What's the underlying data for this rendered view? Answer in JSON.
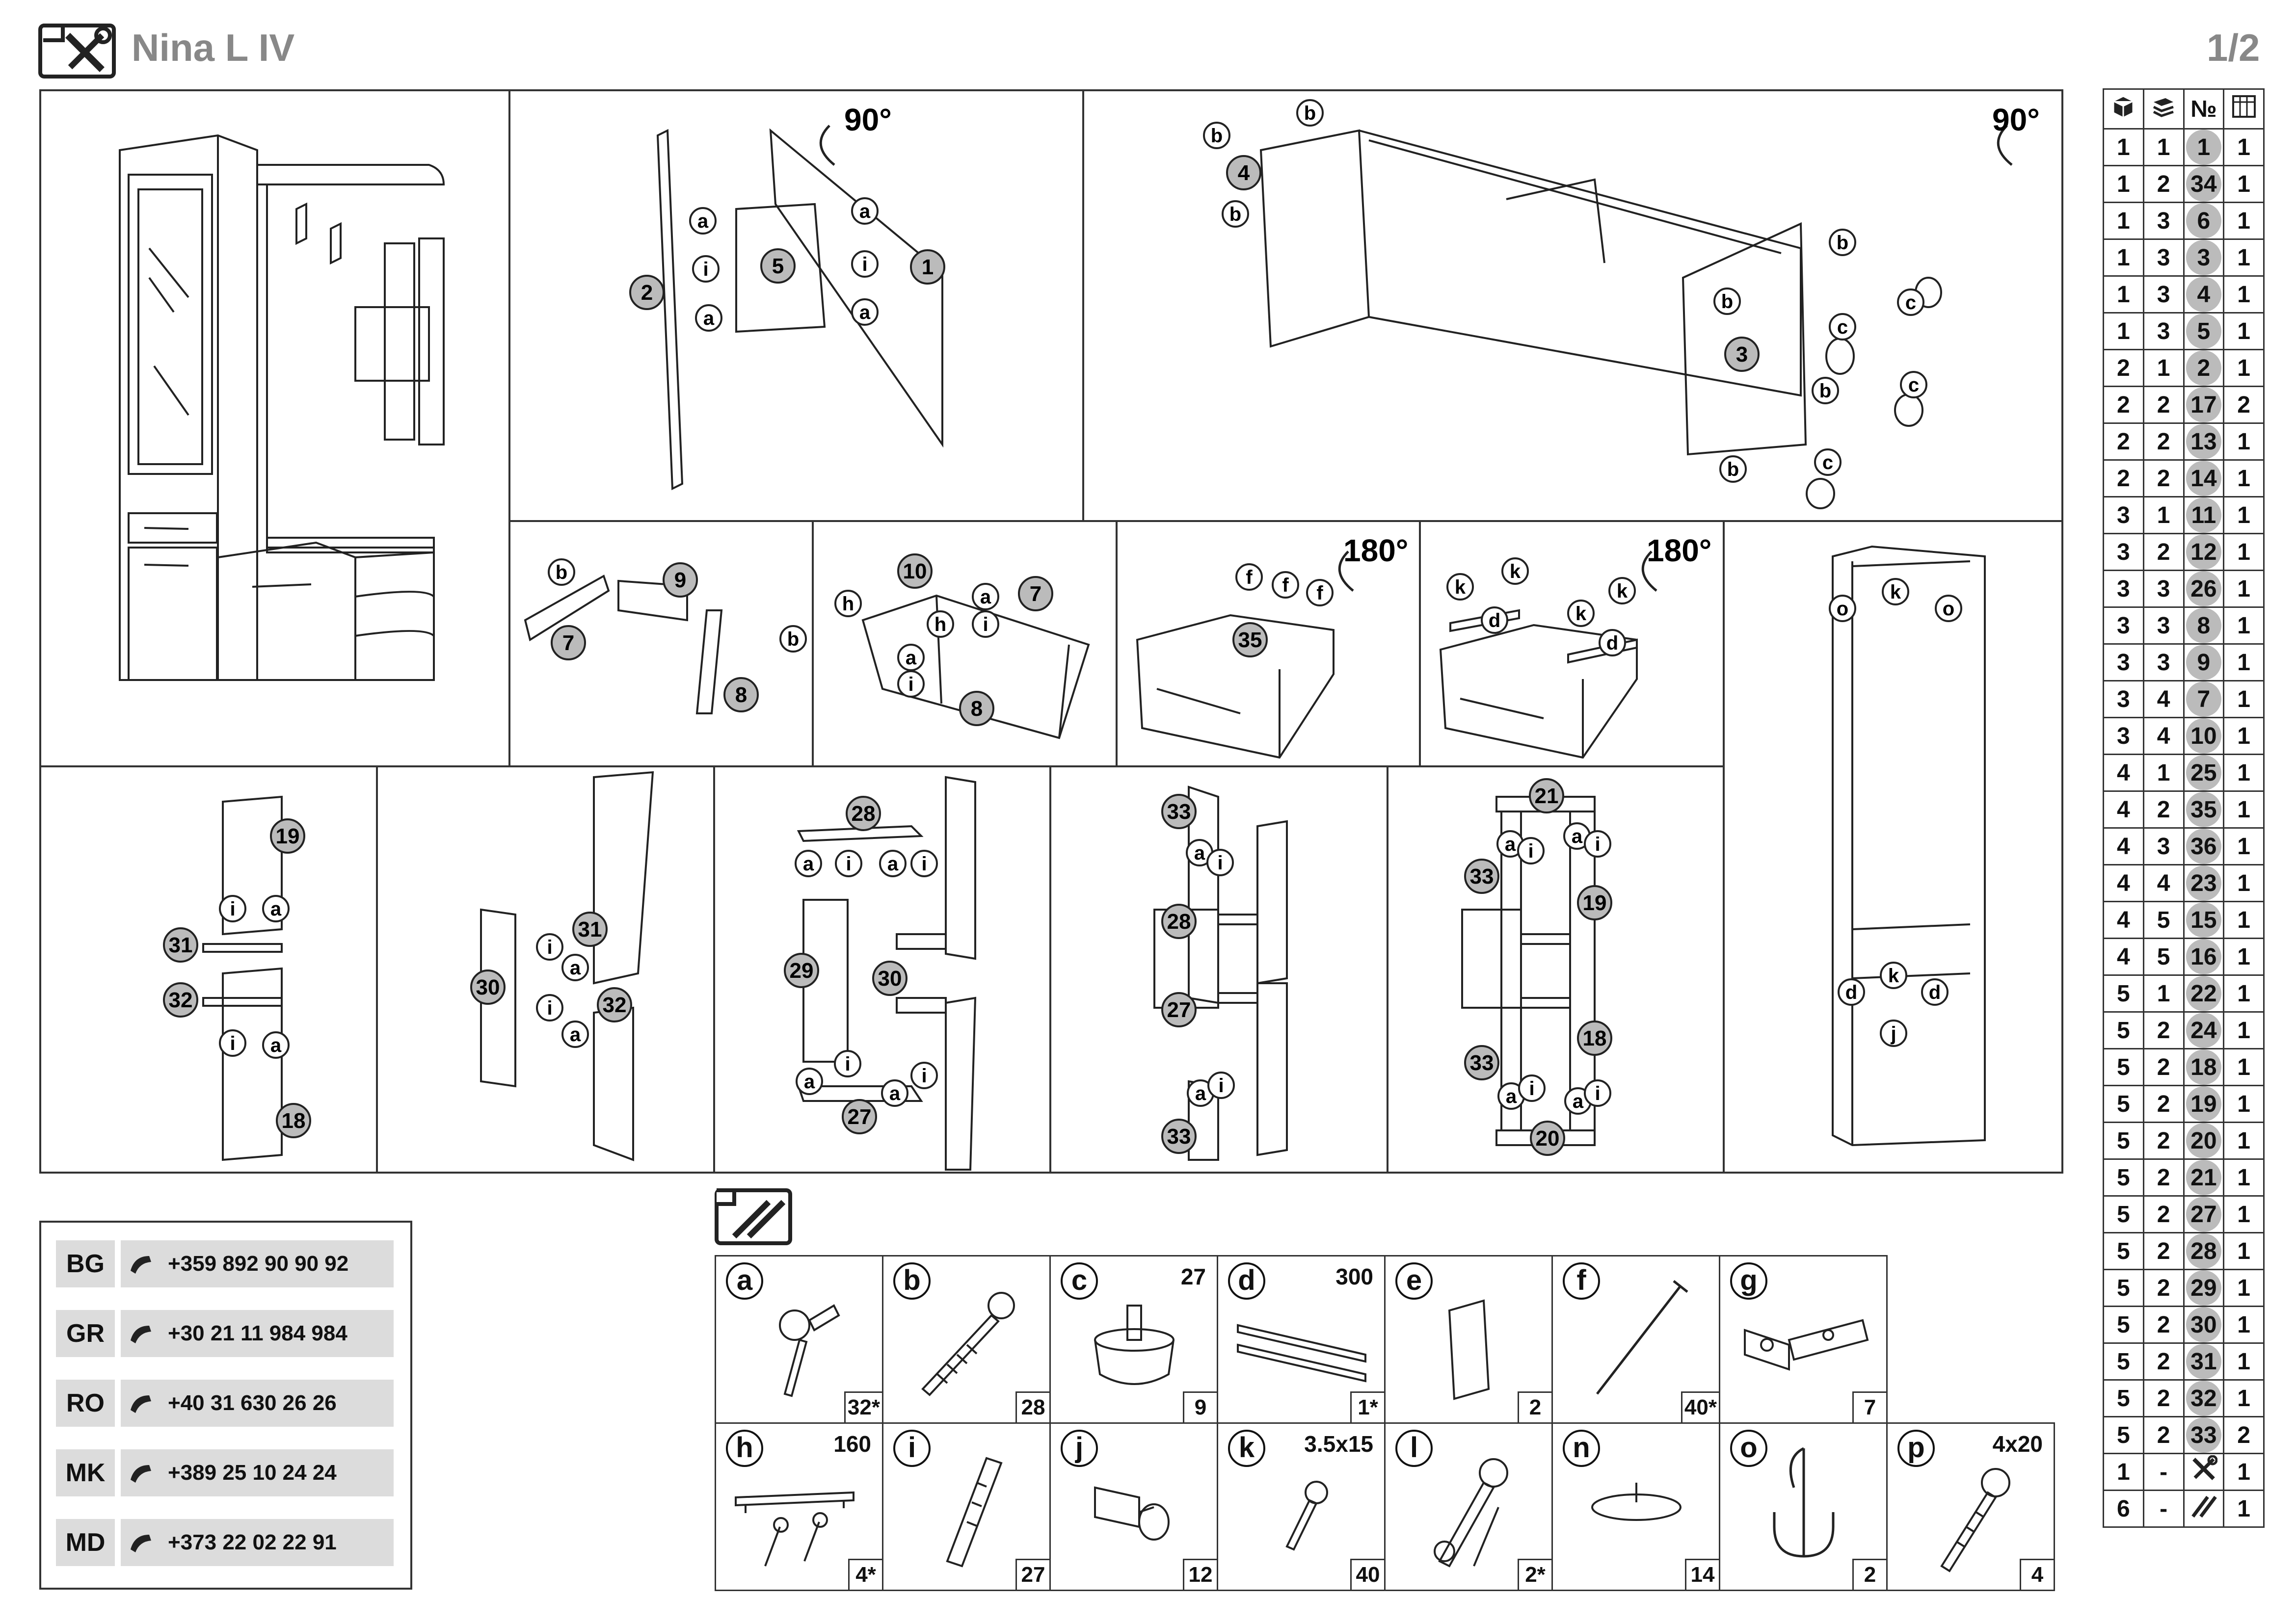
{
  "header": {
    "title": "Nina L IV",
    "page": "1/2"
  },
  "steps": {
    "rot1": "90°",
    "rot2": "90°",
    "rot3": "180°",
    "rot4": "180°"
  },
  "contacts": [
    {
      "country": "BG",
      "phone": "+359 892 90 90 92"
    },
    {
      "country": "GR",
      "phone": "+30 21 11 984 984"
    },
    {
      "country": "RO",
      "phone": "+40 31 630 26 26"
    },
    {
      "country": "MK",
      "phone": "+389 25 10 24 24"
    },
    {
      "country": "MD",
      "phone": "+373 22 02 22 91"
    }
  ],
  "hardware": [
    {
      "letter": "a",
      "qty": "32*",
      "size": ""
    },
    {
      "letter": "b",
      "qty": "28",
      "size": ""
    },
    {
      "letter": "c",
      "qty": "9",
      "size": "27"
    },
    {
      "letter": "d",
      "qty": "1*",
      "size": "300"
    },
    {
      "letter": "e",
      "qty": "2",
      "size": ""
    },
    {
      "letter": "f",
      "qty": "40*",
      "size": ""
    },
    {
      "letter": "g",
      "qty": "7",
      "size": ""
    },
    {
      "letter": "h",
      "qty": "4*",
      "size": "160"
    },
    {
      "letter": "i",
      "qty": "27",
      "size": ""
    },
    {
      "letter": "j",
      "qty": "12",
      "size": ""
    },
    {
      "letter": "k",
      "qty": "40",
      "size": "3.5x15"
    },
    {
      "letter": "l",
      "qty": "2*",
      "size": ""
    },
    {
      "letter": "n",
      "qty": "14",
      "size": ""
    },
    {
      "letter": "o",
      "qty": "2",
      "size": ""
    },
    {
      "letter": "p",
      "qty": "4",
      "size": "4x20"
    }
  ],
  "parts_table": {
    "header_icons": [
      "box-icon",
      "stack-icon",
      "№",
      "count-icon"
    ],
    "rows": [
      [
        "1",
        "1",
        "1",
        "1"
      ],
      [
        "1",
        "2",
        "34",
        "1"
      ],
      [
        "1",
        "3",
        "6",
        "1"
      ],
      [
        "1",
        "3",
        "3",
        "1"
      ],
      [
        "1",
        "3",
        "4",
        "1"
      ],
      [
        "1",
        "3",
        "5",
        "1"
      ],
      [
        "2",
        "1",
        "2",
        "1"
      ],
      [
        "2",
        "2",
        "17",
        "2"
      ],
      [
        "2",
        "2",
        "13",
        "1"
      ],
      [
        "2",
        "2",
        "14",
        "1"
      ],
      [
        "3",
        "1",
        "11",
        "1"
      ],
      [
        "3",
        "2",
        "12",
        "1"
      ],
      [
        "3",
        "3",
        "26",
        "1"
      ],
      [
        "3",
        "3",
        "8",
        "1"
      ],
      [
        "3",
        "3",
        "9",
        "1"
      ],
      [
        "3",
        "4",
        "7",
        "1"
      ],
      [
        "3",
        "4",
        "10",
        "1"
      ],
      [
        "4",
        "1",
        "25",
        "1"
      ],
      [
        "4",
        "2",
        "35",
        "1"
      ],
      [
        "4",
        "3",
        "36",
        "1"
      ],
      [
        "4",
        "4",
        "23",
        "1"
      ],
      [
        "4",
        "5",
        "15",
        "1"
      ],
      [
        "4",
        "5",
        "16",
        "1"
      ],
      [
        "5",
        "1",
        "22",
        "1"
      ],
      [
        "5",
        "2",
        "24",
        "1"
      ],
      [
        "5",
        "2",
        "18",
        "1"
      ],
      [
        "5",
        "2",
        "19",
        "1"
      ],
      [
        "5",
        "2",
        "20",
        "1"
      ],
      [
        "5",
        "2",
        "21",
        "1"
      ],
      [
        "5",
        "2",
        "27",
        "1"
      ],
      [
        "5",
        "2",
        "28",
        "1"
      ],
      [
        "5",
        "2",
        "29",
        "1"
      ],
      [
        "5",
        "2",
        "30",
        "1"
      ],
      [
        "5",
        "2",
        "31",
        "1"
      ],
      [
        "5",
        "2",
        "32",
        "1"
      ],
      [
        "5",
        "2",
        "33",
        "2"
      ],
      [
        "1",
        "-",
        "tools-icon",
        "1"
      ],
      [
        "6",
        "-",
        "screws-icon",
        "1"
      ]
    ]
  }
}
